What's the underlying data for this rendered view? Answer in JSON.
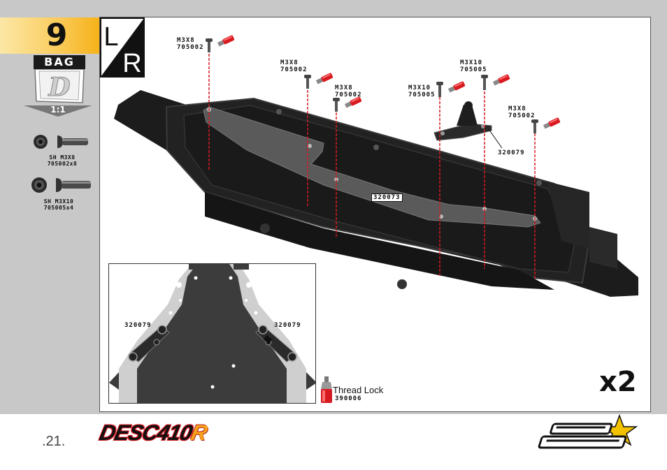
{
  "step": {
    "number": "9"
  },
  "bag": {
    "label": "BAG",
    "letter": "D",
    "scale": "1:1"
  },
  "hardware": [
    {
      "name": "SH M3X8",
      "code": "705002x8"
    },
    {
      "name": "SH M3X10",
      "code": "705005x4"
    }
  ],
  "screws": [
    {
      "size": "M3X8",
      "code": "705002"
    },
    {
      "size": "M3X8",
      "code": "705002"
    },
    {
      "size": "M3X8",
      "code": "705002"
    },
    {
      "size": "M3X10",
      "code": "705005"
    },
    {
      "size": "M3X10",
      "code": "705005"
    },
    {
      "size": "M3X8",
      "code": "705002"
    }
  ],
  "parts": {
    "brace_mount": "320079",
    "brace_plate": "320073",
    "inset_left": "320079",
    "inset_right": "320079"
  },
  "lr_badge": {
    "left": "L",
    "right": "R"
  },
  "quantity": "x2",
  "thread_lock": {
    "label": "Thread Lock",
    "code": "390006"
  },
  "footer": {
    "page_number": ".21.",
    "brand_main": "DESC410",
    "brand_suffix": "R"
  },
  "colors": {
    "accent_yellow": "#f6b21a",
    "thread_red": "#d71920",
    "chassis_black": "#1c1c1c",
    "brace_gray": "#4a4a4a"
  },
  "icons": [
    "washer-icon",
    "button-head-screw-icon",
    "thread-lock-bottle-icon",
    "lr-badge-icon",
    "team-durango-logo"
  ]
}
